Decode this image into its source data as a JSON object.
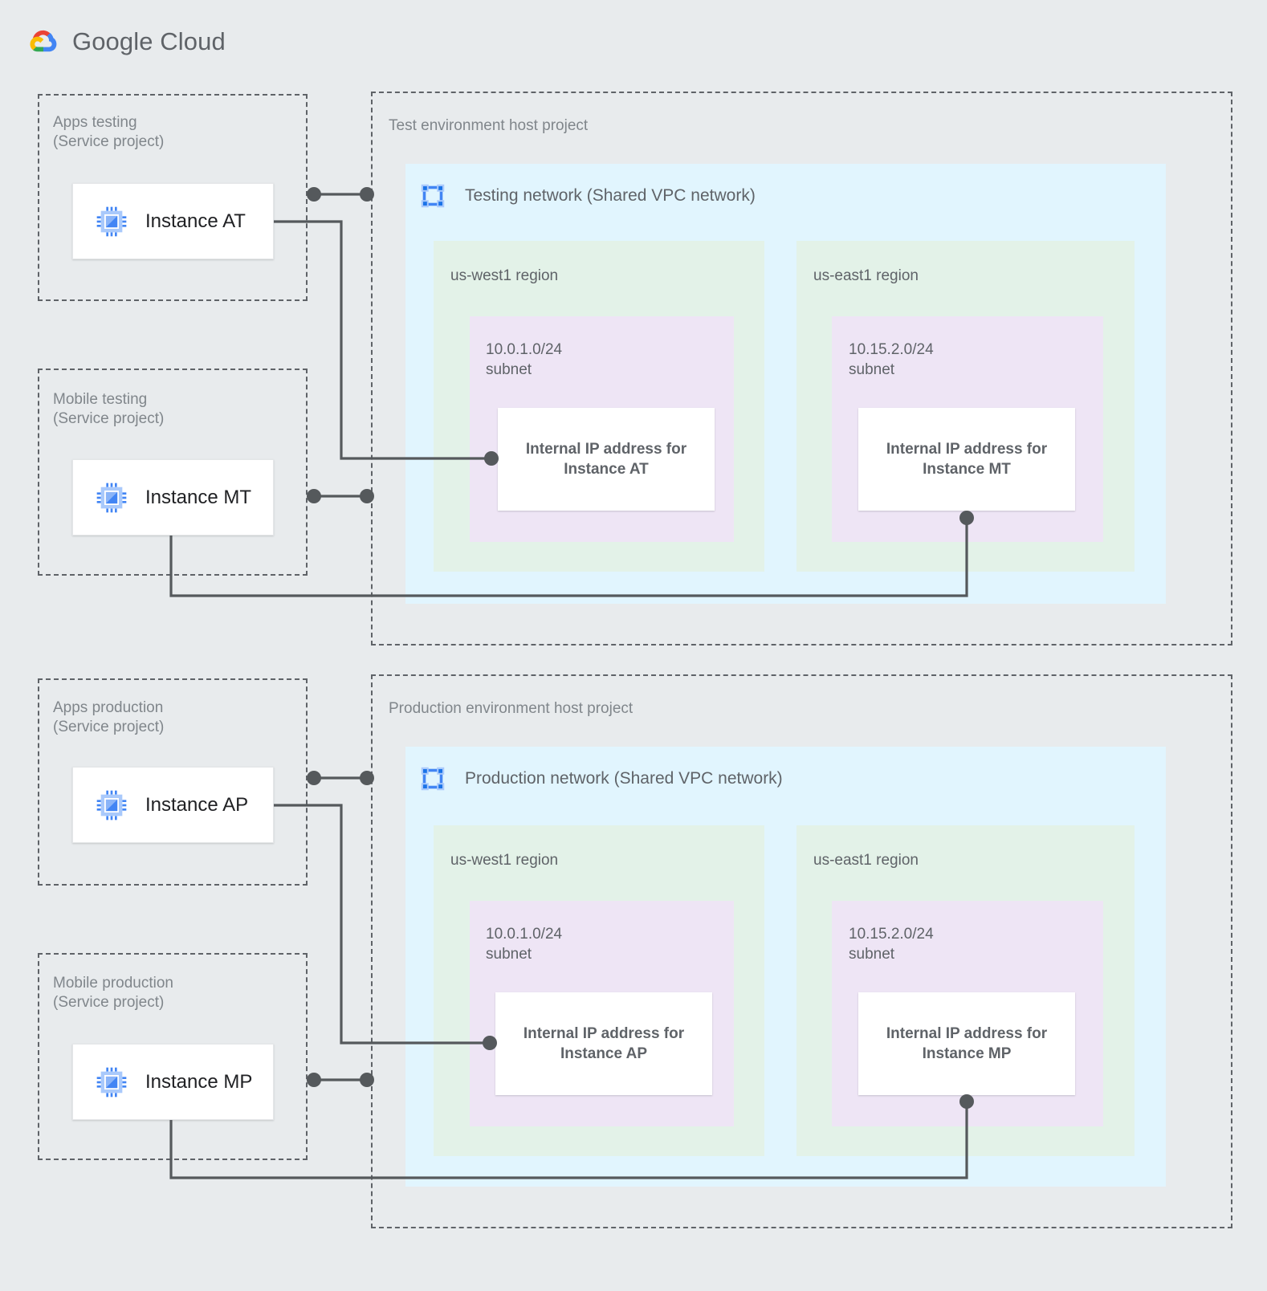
{
  "brand": {
    "name_bold": "Google",
    "name_thin": "Cloud",
    "logo_icon": "google-cloud-logo-icon",
    "colors": {
      "red": "#EA4335",
      "yellow": "#FBBC04",
      "green": "#34A853",
      "blue": "#4285F4",
      "text": "#5F6368"
    }
  },
  "palette": {
    "page_background": "#e8ebed",
    "vpc_network_fill": "#e1f5fe",
    "region_fill": "#e3f2e8",
    "subnet_fill": "#eee5f5",
    "card_fill": "#ffffff",
    "dashed_border": "#5f6368",
    "connector": "#55595c",
    "label_text": "#80868b",
    "bold_text": "#5f6368"
  },
  "environments": [
    {
      "id": "test",
      "host_project_label": "Test environment host project",
      "network": {
        "title": "Testing network (Shared VPC network)",
        "icon": "vpc-network-icon"
      },
      "service_projects": [
        {
          "id": "apps-testing",
          "label": "Apps testing\n(Service project)",
          "instance": {
            "name": "Instance AT",
            "icon": "cpu-chip-icon"
          }
        },
        {
          "id": "mobile-testing",
          "label": "Mobile testing\n(Service project)",
          "instance": {
            "name": "Instance MT",
            "icon": "cpu-chip-icon"
          }
        }
      ],
      "regions": [
        {
          "id": "us-west1-test",
          "label": "us-west1 region",
          "subnet": {
            "cidr": "10.0.1.0/24",
            "label": "10.0.1.0/24\nsubnet",
            "ip_card": "Internal IP address for\nInstance AT"
          }
        },
        {
          "id": "us-east1-test",
          "label": "us-east1 region",
          "subnet": {
            "cidr": "10.15.2.0/24",
            "label": "10.15.2.0/24\nsubnet",
            "ip_card": "Internal IP address for\nInstance MT"
          }
        }
      ]
    },
    {
      "id": "production",
      "host_project_label": "Production environment host project",
      "network": {
        "title": "Production network (Shared VPC network)",
        "icon": "vpc-network-icon"
      },
      "service_projects": [
        {
          "id": "apps-production",
          "label": "Apps production\n(Service project)",
          "instance": {
            "name": "Instance AP",
            "icon": "cpu-chip-icon"
          }
        },
        {
          "id": "mobile-production",
          "label": "Mobile production\n(Service project)",
          "instance": {
            "name": "Instance MP",
            "icon": "cpu-chip-icon"
          }
        }
      ],
      "regions": [
        {
          "id": "us-west1-prod",
          "label": "us-west1 region",
          "subnet": {
            "cidr": "10.0.1.0/24",
            "label": "10.0.1.0/24\nsubnet",
            "ip_card": "Internal IP address for\nInstance AP"
          }
        },
        {
          "id": "us-east1-prod",
          "label": "us-east1 region",
          "subnet": {
            "cidr": "10.15.2.0/24",
            "label": "10.15.2.0/24\nsubnet",
            "ip_card": "Internal IP address for\nInstance MP"
          }
        }
      ]
    }
  ]
}
